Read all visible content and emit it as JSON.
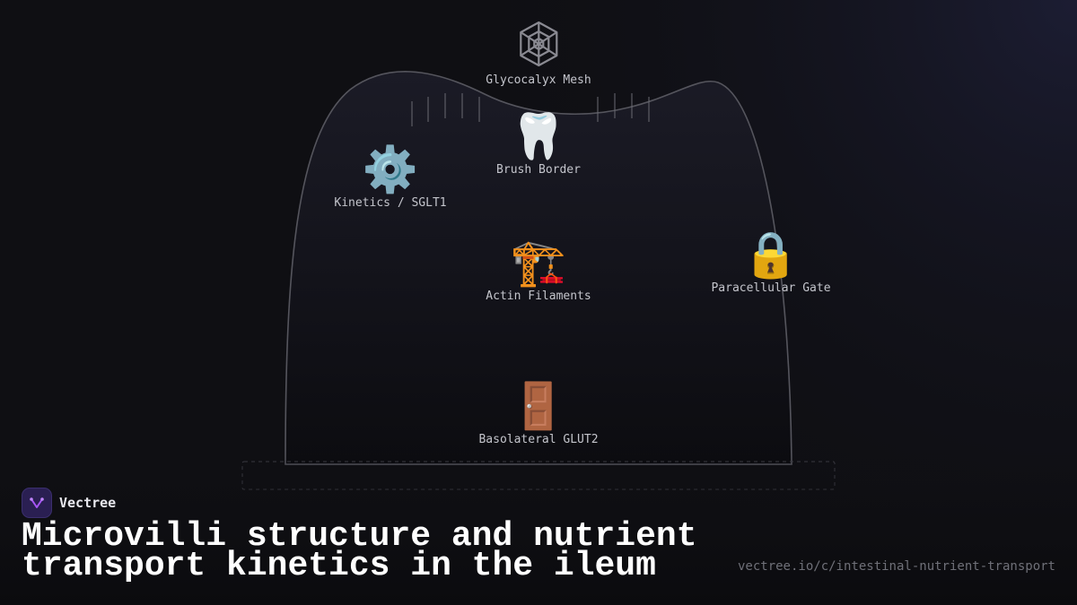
{
  "nodes": {
    "glycocalyx": {
      "label": "Glycocalyx Mesh",
      "icon": "spider-web-icon"
    },
    "brush_border": {
      "label": "Brush Border",
      "icon": "🦷"
    },
    "kinetics": {
      "label": "Kinetics / SGLT1",
      "icon": "⚙️"
    },
    "actin": {
      "label": "Actin Filaments",
      "icon": "🏗️"
    },
    "paracellular": {
      "label": "Paracellular Gate",
      "icon": "🔒"
    },
    "basolateral": {
      "label": "Basolateral GLUT2",
      "icon": "🚪"
    }
  },
  "brand": {
    "name": "Vectree",
    "logo_color": "#2a1f52"
  },
  "footer": {
    "title": "Microvilli structure and nutrient transport kinetics in the ileum",
    "url": "vectree.io/c/intestinal-nutrient-transport"
  },
  "colors": {
    "background": "#0f0f13",
    "cell_fill": "#16161f",
    "outline": "#5a5a62",
    "accent": "#a855f7"
  }
}
